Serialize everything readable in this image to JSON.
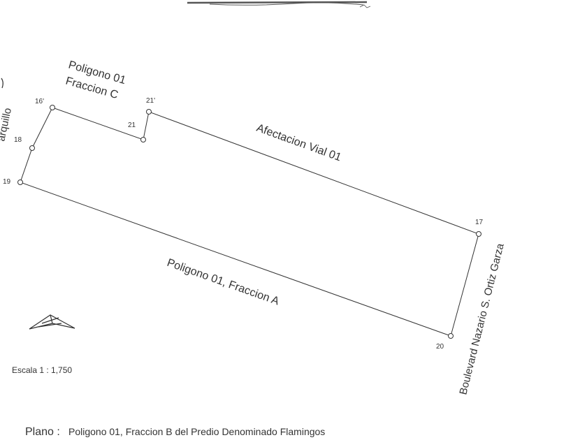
{
  "polygon": {
    "labels": [
      "16'",
      "18",
      "19",
      "20",
      "17",
      "21'",
      "21"
    ]
  },
  "zones": {
    "north_label": "Afectacion Vial 01",
    "south_label": "Poligono 01, Fraccion A",
    "nw_label_line1": "Poligono 01",
    "nw_label_line2": "Fraccion C",
    "east_street": "Boulevard Nazario S. Ortiz Garza",
    "west_street": "arquillo"
  },
  "scale": {
    "text": "Escala 1 : 1,750"
  },
  "plano": {
    "key": "Plano :",
    "value": "Poligono 01, Fraccion B del Predio Denominado Flamingos"
  },
  "colors": {
    "line": "#333333",
    "background": "#ffffff"
  }
}
